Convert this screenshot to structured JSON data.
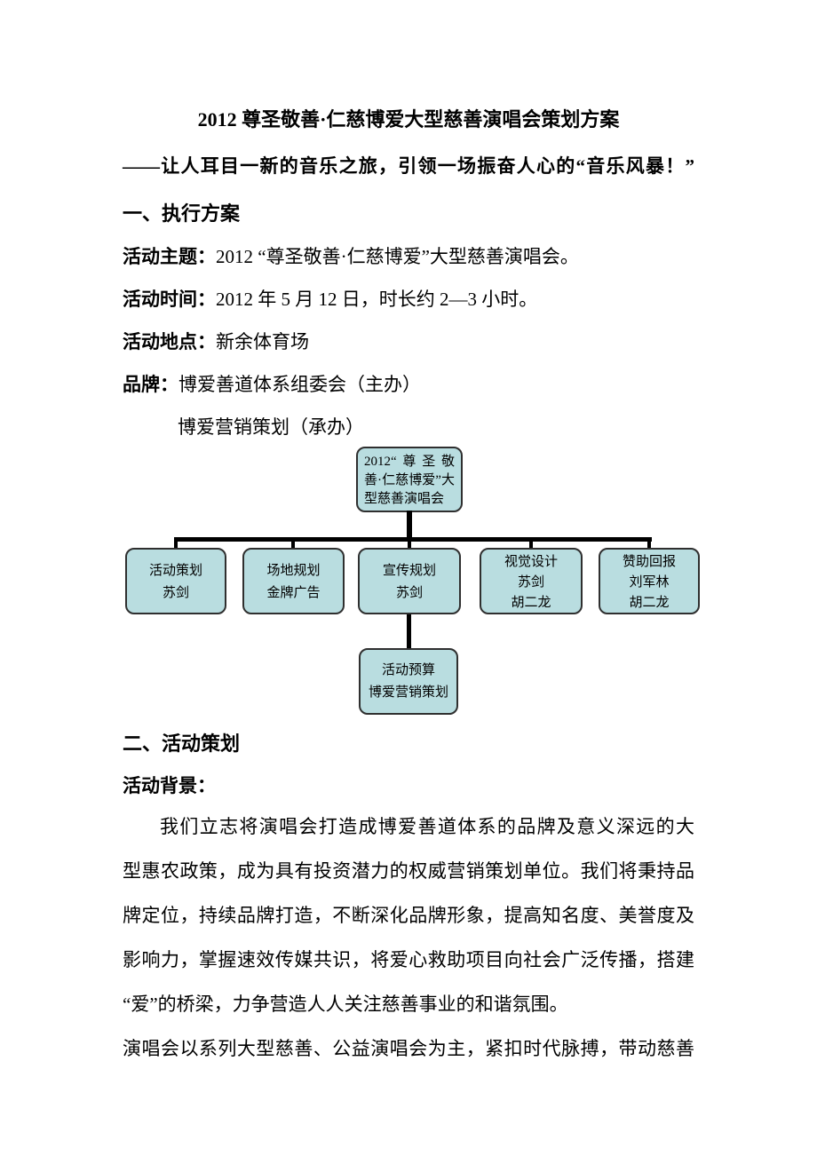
{
  "document": {
    "title": "2012 尊圣敬善·仁慈博爱大型慈善演唱会策划方案",
    "subtitle": "——让人耳目一新的音乐之旅，引领一场振奋人心的“音乐风暴！”",
    "section1": {
      "heading": "一、执行方案",
      "fields": [
        {
          "label": "活动主题：",
          "value": "2012 “尊圣敬善·仁慈博爱”大型慈善演唱会。"
        },
        {
          "label": "活动时间：",
          "value": "2012 年 5 月 12 日，时长约 2—3 小时。"
        },
        {
          "label": "活动地点：",
          "value": "新余体育场"
        },
        {
          "label": "品牌：",
          "value": "博爱善道体系组委会（主办）"
        }
      ],
      "brand_second_line": "博爱营销策划（承办）"
    },
    "org_chart": {
      "colors": {
        "box_fill": "#b9dde0",
        "box_border": "#2f2f2f",
        "connector": "#000000"
      },
      "root": {
        "lines": [
          "2012“尊圣敬",
          "善·仁慈博爱”大",
          "型慈善演唱会"
        ]
      },
      "children": [
        {
          "lines": [
            "活动策划",
            "苏剑"
          ]
        },
        {
          "lines": [
            "场地规划",
            "金牌广告"
          ]
        },
        {
          "lines": [
            "宣传规划",
            "苏剑"
          ]
        },
        {
          "lines": [
            "视觉设计",
            "苏剑",
            "胡二龙"
          ]
        },
        {
          "lines": [
            "赞助回报",
            "刘军林",
            "胡二龙"
          ]
        }
      ],
      "sub_child": {
        "lines": [
          "活动预算",
          "博爱营销策划"
        ]
      }
    },
    "section2": {
      "heading": "二、活动策划",
      "subheading": "活动背景：",
      "paragraph1_lines": [
        "我们立志将演唱会打造成博爱善道体系的品牌及意义深远的大",
        "型惠农政策，成为具有投资潜力的权威营销策划单位。我们将秉持品",
        "牌定位，持续品牌打造，不断深化品牌形象，提高知名度、美誉度及",
        "影响力，掌握速效传媒共识，将爱心救助项目向社会广泛传播，搭建",
        "“爱”的桥梁，力争营造人人关注慈善事业的和谐氛围。"
      ],
      "paragraph2_lines": [
        "演唱会以系列大型慈善、公益演唱会为主，紧扣时代脉搏，带动慈善"
      ]
    }
  }
}
